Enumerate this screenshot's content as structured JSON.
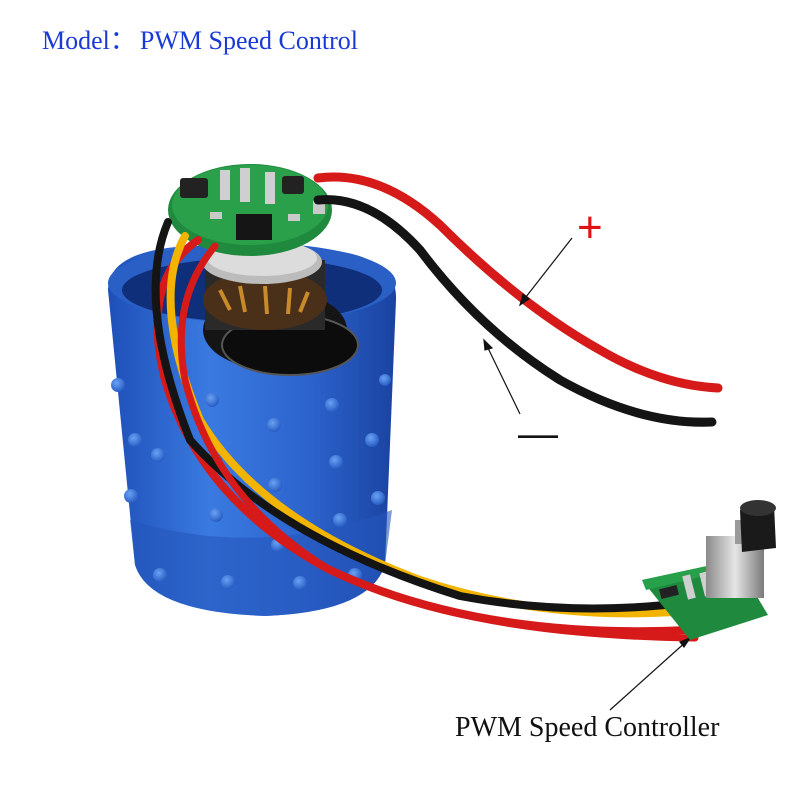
{
  "header": {
    "model_label": "Model：",
    "model_value": "PWM Speed Control"
  },
  "annotations": {
    "plus": "+",
    "minus": "—",
    "controller": "PWM Speed Controller"
  },
  "colors": {
    "title": "#1a3ad6",
    "plus": "#e01414",
    "housing_blue": "#2a64d0",
    "pcb_green": "#1f8a3e",
    "wire_red": "#d61a1a",
    "wire_black": "#141414",
    "wire_yellow": "#f2b400"
  },
  "icons": [
    "motor-assembly",
    "pwm-controller-board",
    "potentiometer-knob"
  ]
}
